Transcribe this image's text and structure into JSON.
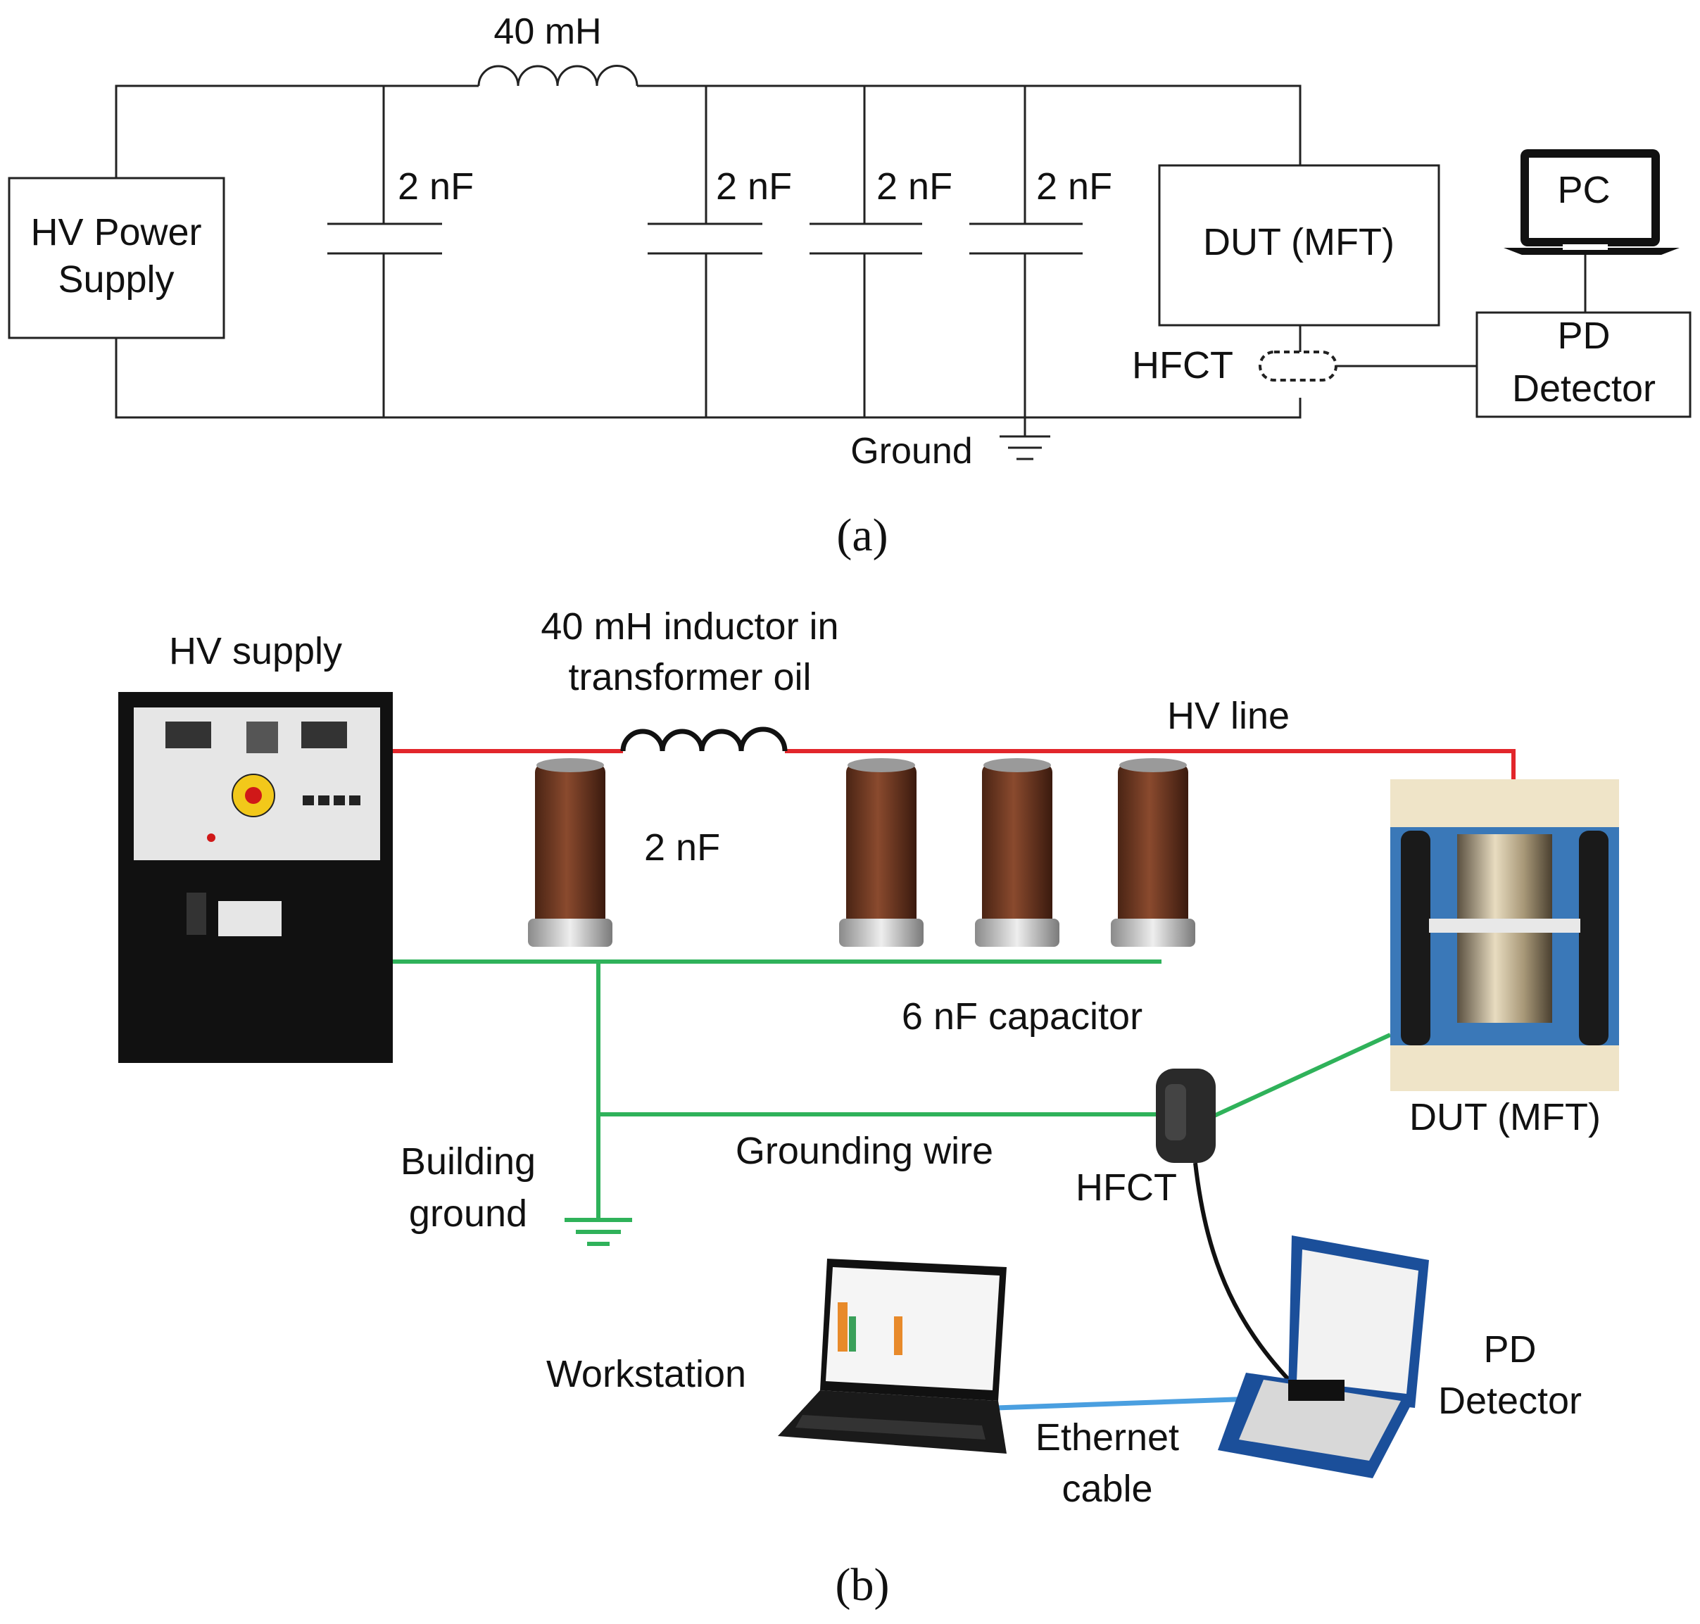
{
  "panel_a": {
    "inductor_label": "40 mH",
    "power_supply_label_line1": "HV Power",
    "power_supply_label_line2": "Supply",
    "capacitor_labels": [
      "2 nF",
      "2 nF",
      "2 nF",
      "2 nF"
    ],
    "dut_label": "DUT (MFT)",
    "pc_label": "PC",
    "pd_detector_line1": "PD",
    "pd_detector_line2": "Detector",
    "hfct_label": "HFCT",
    "ground_label": "Ground",
    "caption": "(a)"
  },
  "panel_b": {
    "hv_supply_label": "HV supply",
    "inductor_label_line1": "40 mH inductor in",
    "inductor_label_line2": "transformer oil",
    "hv_line_label": "HV line",
    "capacitor_2nf_label": "2 nF",
    "capacitor_6nf_label": "6 nF capacitor",
    "dut_label": "DUT (MFT)",
    "building_ground_line1": "Building",
    "building_ground_line2": "ground",
    "grounding_wire_label": "Grounding wire",
    "hfct_label": "HFCT",
    "workstation_label": "Workstation",
    "ethernet_line1": "Ethernet",
    "ethernet_line2": "cable",
    "pd_detector_line1": "PD",
    "pd_detector_line2": "Detector",
    "caption": "(b)"
  },
  "colors": {
    "hv_line": "#e2262b",
    "ground_wire": "#2fb25a",
    "ethernet_cable": "#4a9fe0",
    "capacitor_body": "#6e3a24",
    "supply_cabinet": "#111111"
  }
}
